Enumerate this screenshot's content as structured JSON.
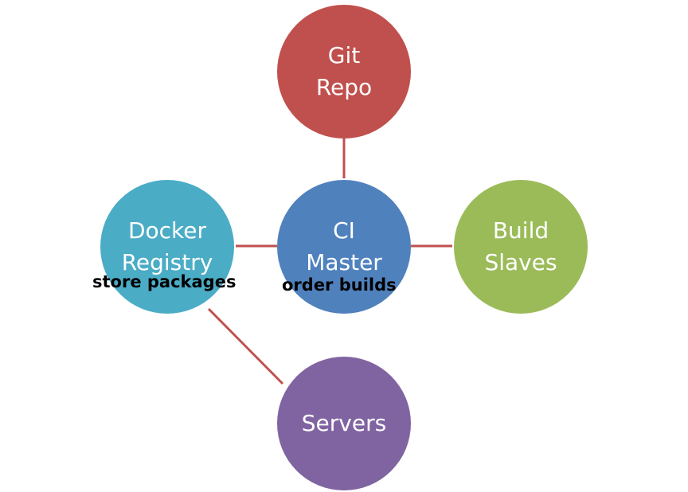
{
  "nodes": {
    "git_repo": {
      "line1": "Git",
      "line2": "Repo",
      "color": "#c0504d"
    },
    "ci_master": {
      "line1": "CI",
      "line2": "Master",
      "color": "#4f81bd"
    },
    "docker_registry": {
      "line1": "Docker",
      "line2": "Registry",
      "color": "#4bacc6"
    },
    "build_slaves": {
      "line1": "Build",
      "line2": "Slaves",
      "color": "#9bbb59"
    },
    "servers": {
      "line1": "Servers",
      "color": "#8064a2"
    }
  },
  "annotations": {
    "docker_registry": "store packages",
    "ci_master": "order builds"
  },
  "connector_color": "#c0504d",
  "connections": [
    [
      "ci_master",
      "git_repo"
    ],
    [
      "ci_master",
      "docker_registry"
    ],
    [
      "ci_master",
      "build_slaves"
    ],
    [
      "docker_registry",
      "servers"
    ]
  ]
}
